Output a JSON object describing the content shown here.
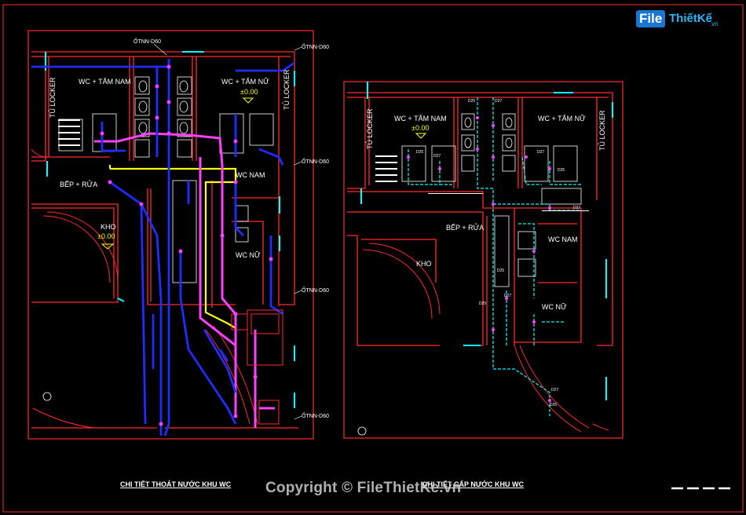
{
  "logo": {
    "file": "File",
    "rest": "ThiếtKế",
    "tld": ".vn"
  },
  "left_plan": {
    "rooms": {
      "tu_locker": "TỦ LOCKER",
      "wc_tam_nam": "WC + TẮM NAM",
      "wc_tam_nu": "WC + TẮM NỮ",
      "level_1": "±0.00",
      "bep_rua": "BẾP + RỬA",
      "wc_nam": "WC NAM",
      "wc_nu": "WC NỮ",
      "kho": "KHO",
      "level_2": "±0.00",
      "tu_locker_2": "TỦ LOCKER"
    },
    "pipe_tags": [
      "ỐTNN-D60",
      "ỐTNN-D60",
      "ỐTNN-D60",
      "ỐTNN-D60",
      "ỐTNN-D60"
    ]
  },
  "right_plan": {
    "rooms": {
      "tu_locker_left": "TỦ LOCKER",
      "wc_tam_nam": "WC + TẮM NAM",
      "level": "±0.00",
      "wc_tam_nu": "WC + TẮM NỮ",
      "tu_locker_right": "TỦ LOCKER",
      "bep_rua": "BẾP + RỬA",
      "wc_nam": "WC NAM",
      "kho": "KHO",
      "wc_nu": "WC NỮ"
    },
    "pipe_labels": [
      "D25",
      "D27",
      "D27",
      "D25",
      "D27",
      "D25",
      "D27",
      "D25",
      "D27",
      "D25",
      "D27",
      "D25"
    ]
  },
  "captions": {
    "left": "CHI TIẾT THOÁT NƯỚC KHU WC",
    "right": "CHI TIẾT CẤP NƯỚC KHU WC"
  },
  "watermark": "Copyright © FileThietKe.vn",
  "colors": {
    "background": "#000000",
    "wall": "#ff2a2a",
    "drain_pipe": "#1e2cff",
    "supply_pipe": "#00ffff",
    "vent_pipe": "#ff40ff",
    "highlight": "#ffff00",
    "fixture": "#ffffff"
  }
}
